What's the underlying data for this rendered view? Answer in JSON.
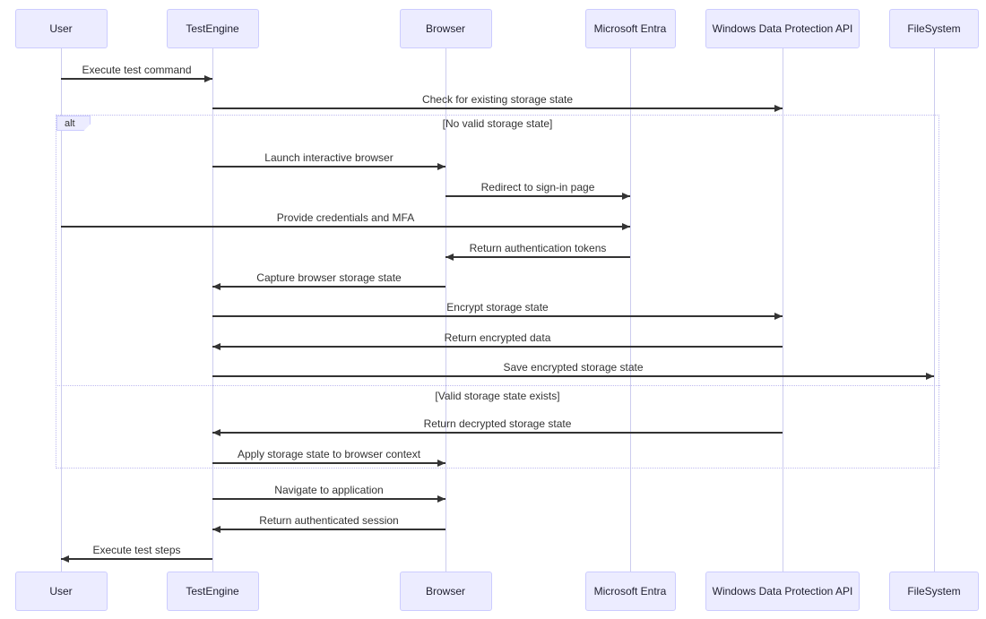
{
  "diagram": {
    "type": "sequence",
    "actors": [
      {
        "id": "user",
        "label": "User"
      },
      {
        "id": "testengine",
        "label": "TestEngine"
      },
      {
        "id": "browser",
        "label": "Browser"
      },
      {
        "id": "entra",
        "label": "Microsoft Entra"
      },
      {
        "id": "wdpapi",
        "label": "Windows Data Protection API"
      },
      {
        "id": "filesystem",
        "label": "FileSystem"
      }
    ],
    "messages": [
      {
        "from": "user",
        "to": "testengine",
        "label": "Execute test command"
      },
      {
        "from": "testengine",
        "to": "wdpapi",
        "label": "Check for existing storage state"
      },
      {
        "from": "testengine",
        "to": "browser",
        "label": "Launch interactive browser"
      },
      {
        "from": "browser",
        "to": "entra",
        "label": "Redirect to sign-in page"
      },
      {
        "from": "user",
        "to": "entra",
        "label": "Provide credentials and MFA"
      },
      {
        "from": "entra",
        "to": "browser",
        "label": "Return authentication tokens"
      },
      {
        "from": "browser",
        "to": "testengine",
        "label": "Capture browser storage state"
      },
      {
        "from": "testengine",
        "to": "wdpapi",
        "label": "Encrypt storage state"
      },
      {
        "from": "wdpapi",
        "to": "testengine",
        "label": "Return encrypted data"
      },
      {
        "from": "testengine",
        "to": "filesystem",
        "label": "Save encrypted storage state"
      },
      {
        "from": "wdpapi",
        "to": "testengine",
        "label": "Return decrypted storage state"
      },
      {
        "from": "testengine",
        "to": "browser",
        "label": "Apply storage state to browser context"
      },
      {
        "from": "testengine",
        "to": "browser",
        "label": "Navigate to application"
      },
      {
        "from": "browser",
        "to": "testengine",
        "label": "Return authenticated session"
      },
      {
        "from": "testengine",
        "to": "user",
        "label": "Execute test steps"
      }
    ],
    "alt_fragment": {
      "label": "alt",
      "conditions": [
        "[No valid storage state]",
        "[Valid storage state exists]"
      ]
    },
    "colors": {
      "actor_fill": "#ECECFF",
      "actor_border": "#CCCCFF",
      "lifeline": "#CCCCEE",
      "arrow": "#333333",
      "text": "#333333",
      "frame_border": "#BEBAF0"
    }
  }
}
